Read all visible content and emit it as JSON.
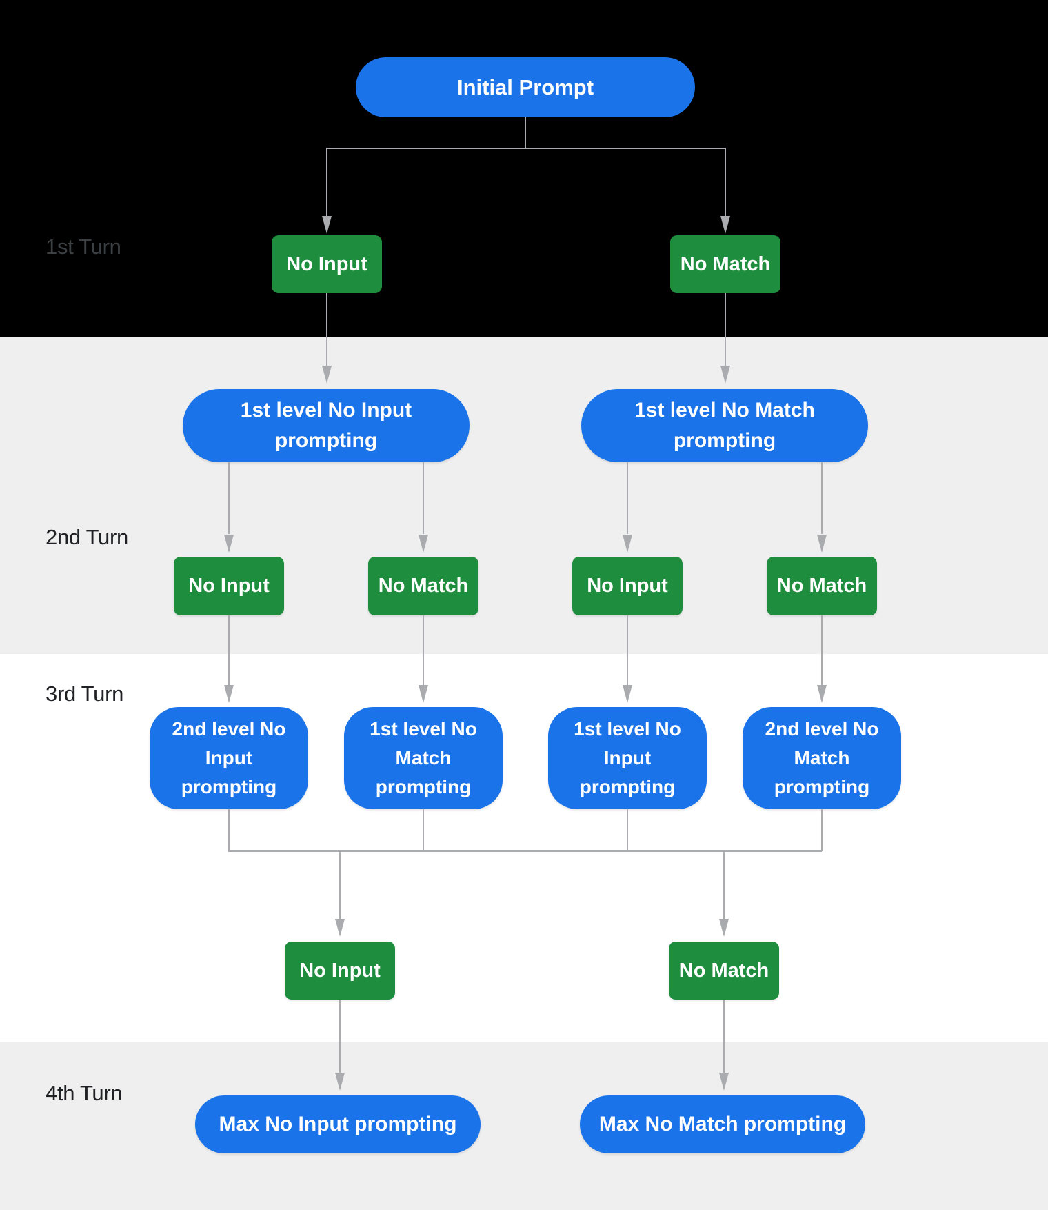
{
  "diagram": {
    "turn_labels": [
      "1st Turn",
      "2nd Turn",
      "3rd Turn",
      "4th Turn"
    ],
    "nodes": {
      "initial_prompt": "Initial Prompt",
      "turn1_no_input": "No Input",
      "turn1_no_match": "No Match",
      "turn2_pill_no_input": "1st level No Input prompting",
      "turn2_pill_no_match": "1st level No Match prompting",
      "turn2_boxes": [
        "No Input",
        "No Match",
        "No Input",
        "No Match"
      ],
      "turn3_pills": [
        "2nd level No Input prompting",
        "1st level No Match prompting",
        "1st level No Input prompting",
        "2nd level No Match prompting"
      ],
      "turn3_no_input": "No Input",
      "turn3_no_match": "No Match",
      "turn4_pill_no_input": "Max No Input prompting",
      "turn4_pill_no_match": "Max No Match prompting"
    },
    "colors": {
      "node_blue": "#1a73e8",
      "node_green": "#1e8e3e",
      "node_text": "#ffffff",
      "connector_gray": "#a9abae",
      "section_black": "#000000",
      "section_gray": "#efefef",
      "section_white": "#ffffff",
      "turn_label_dark": "#202124",
      "turn_label_on_black": "#3c4043"
    }
  }
}
